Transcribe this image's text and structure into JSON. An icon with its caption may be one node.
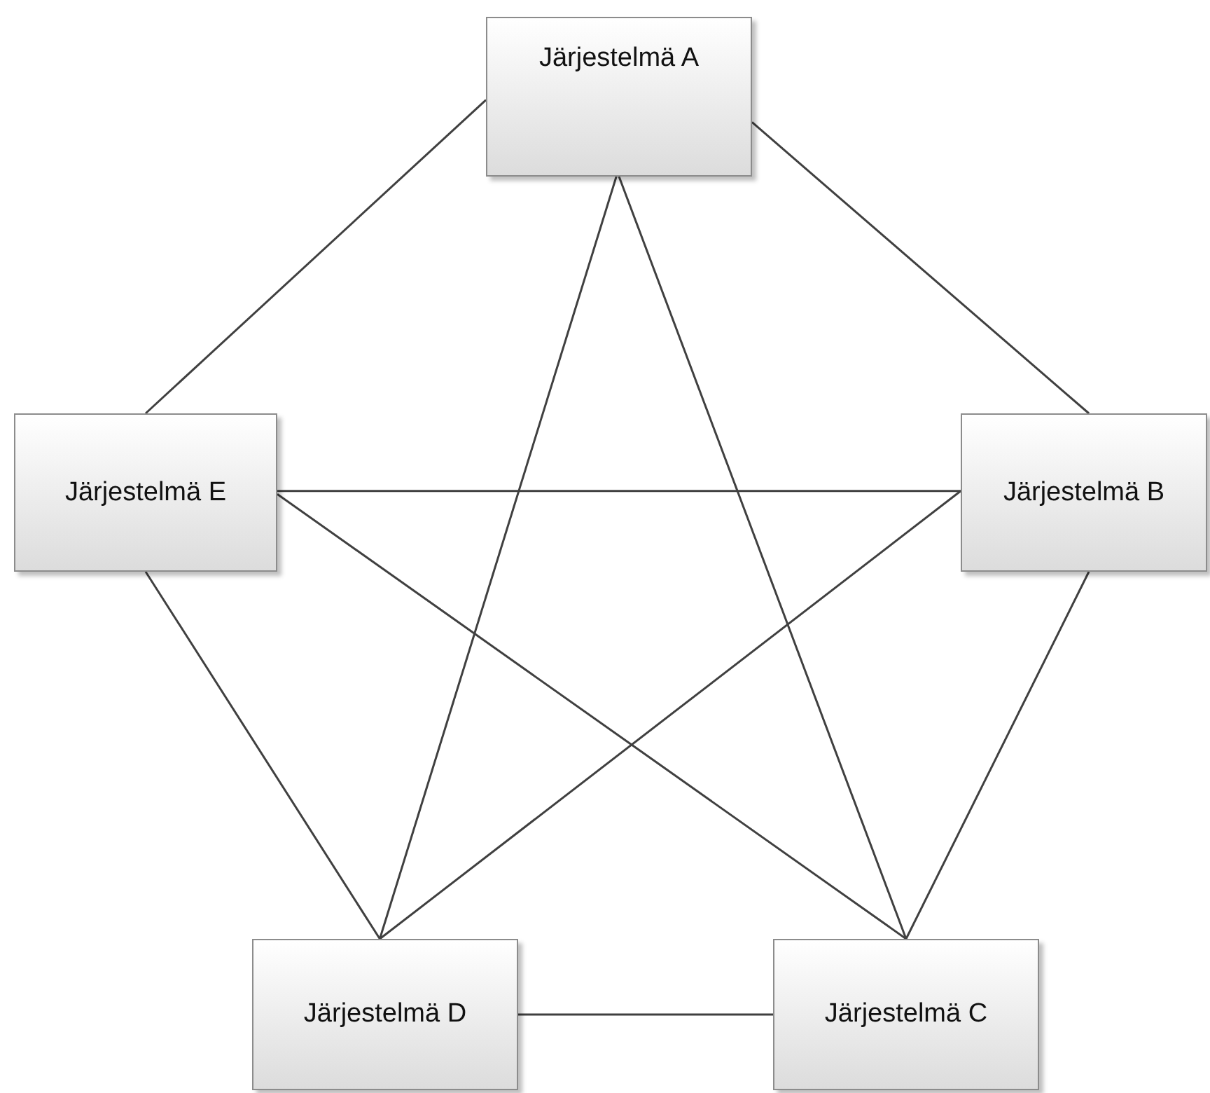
{
  "diagram": {
    "nodes": [
      {
        "text": [
          "Järjestelmä A"
        ]
      },
      {
        "text": [
          "Järjestelmä E"
        ]
      },
      {
        "text": [
          "Järjestelmä B"
        ]
      },
      {
        "text": [
          "Järjestelmä D"
        ]
      },
      {
        "text": [
          "Järjestelmä C"
        ]
      }
    ],
    "edges": [
      {
        "from": 0,
        "to": 1,
        "arrow": "none"
      },
      {
        "from": 0,
        "to": 2,
        "arrow": "none"
      },
      {
        "from": 0,
        "to": 3,
        "arrow": "none"
      },
      {
        "from": 0,
        "to": 4,
        "arrow": "none"
      },
      {
        "from": 1,
        "to": 2,
        "arrow": "none"
      },
      {
        "from": 1,
        "to": 3,
        "arrow": "none"
      },
      {
        "from": 1,
        "to": 4,
        "arrow": "none"
      },
      {
        "from": 2,
        "to": 3,
        "arrow": "none"
      },
      {
        "from": 2,
        "to": 4,
        "arrow": "none"
      },
      {
        "from": 3,
        "to": 4,
        "arrow": "none"
      }
    ]
  }
}
